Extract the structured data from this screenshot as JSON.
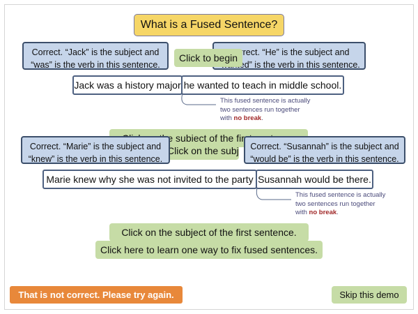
{
  "title": "What is a Fused Sentence?",
  "example1": {
    "part1": "Jack was a history major",
    "part2": "he wanted to teach in middle school.",
    "feedback_left": "Correct.  “Jack” is the subject and “was” is the verb in this sentence.",
    "feedback_right": "Correct.  “He” is the subject and “wanted” is the verb in this sentence.",
    "note_text": "This fused sentence is actually two sentences run together with ",
    "note_emphasis": "no break",
    "note_end": "."
  },
  "example2": {
    "part1": "Marie knew why she was not invited to the party",
    "part2": "Susannah would be there.",
    "feedback_left": "Correct.  “Marie” is the subject and “knew” is the verb in this sentence.",
    "feedback_right": "Correct.  “Susannah” is the subject and “would be” is the verb in this sentence.",
    "note_text": "This fused sentence is actually two sentences run together with ",
    "note_emphasis": "no break",
    "note_end": "."
  },
  "buttons": {
    "begin": "Click to begin",
    "subject_first_hidden": "Click on the subject of the first sentence.",
    "second_sentence_hidden": "Click on the subject of the second sentence:",
    "subject_first": "Click on the subject of the first sentence.",
    "learn_fix": "Click here to learn one way to fix fused sentences.",
    "skip": "Skip this demo"
  },
  "status": {
    "error": "That is not correct. Please try again."
  },
  "colors": {
    "title_bg": "#f6d667",
    "button_green": "#c6dca6",
    "bubble_blue": "#c6d5ea",
    "error_orange": "#e8883a",
    "note_emphasis_red": "#a02828"
  }
}
